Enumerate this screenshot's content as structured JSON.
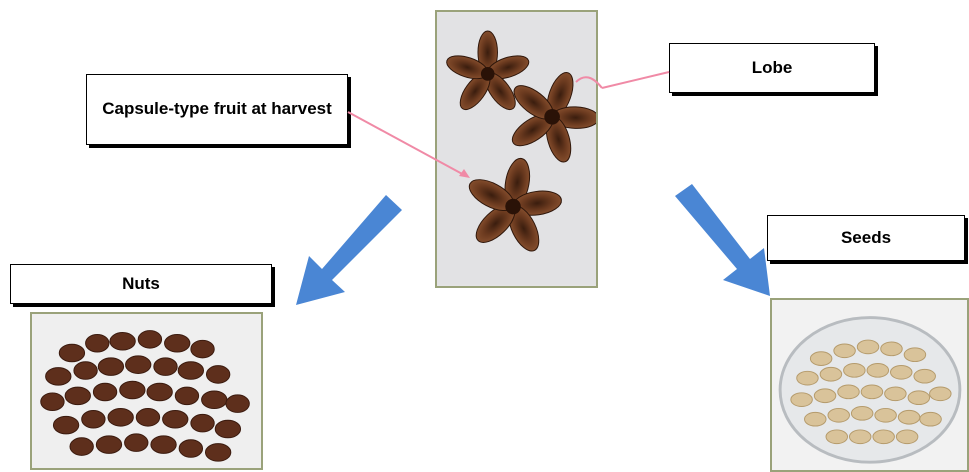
{
  "labels": {
    "capsule": "Capsule-type fruit at harvest",
    "lobe": "Lobe",
    "nuts": "Nuts",
    "seeds": "Seeds"
  },
  "colors": {
    "arrow_blue": "#4a86d4",
    "pointer_pink": "#f08aa6",
    "frame_green": "#9aa27a"
  },
  "images": {
    "fruit": "capsule-fruit-photo",
    "nuts": "nuts-photo",
    "seeds": "seeds-in-dish-photo"
  }
}
